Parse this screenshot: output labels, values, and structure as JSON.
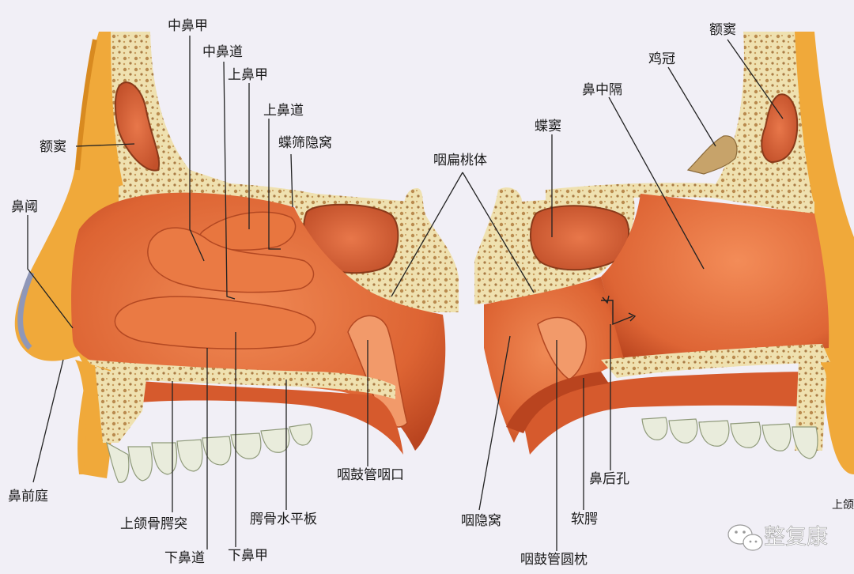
{
  "labels": {
    "middle_turbinate": "中鼻甲",
    "middle_meatus": "中鼻道",
    "superior_turbinate": "上鼻甲",
    "superior_meatus": "上鼻道",
    "sphenoethmoidal_recess": "蝶筛隐窝",
    "frontal_sinus_left": "额窦",
    "nasal_limen": "鼻阈",
    "nasal_vestibule": "鼻前庭",
    "palatine_process": "上颌骨腭突",
    "inferior_meatus": "下鼻道",
    "inferior_turbinate": "下鼻甲",
    "palatine_horizontal_plate": "腭骨水平板",
    "pharyngeal_tonsil": "咽扁桃体",
    "eustachian_opening": "咽鼓管咽口",
    "sphenoid_sinus": "蝶窦",
    "nasal_septum": "鼻中隔",
    "crista_galli": "鸡冠",
    "frontal_sinus_right": "额窦",
    "pharyngeal_recess": "咽隐窝",
    "soft_palate": "软腭",
    "choana": "鼻后孔",
    "torus_tubarius": "咽鼓管圆枕",
    "cut_edge_label": "上颌"
  },
  "watermark": {
    "brand": "整复康",
    "icon": "wechat-icon"
  },
  "colors": {
    "background": "#f1eff6",
    "mucosa": "#e26a3c",
    "mucosa_dark": "#b9441f",
    "bone": "#efe1b0",
    "skin": "#f0a93a",
    "teeth": "#e9ecdc"
  }
}
